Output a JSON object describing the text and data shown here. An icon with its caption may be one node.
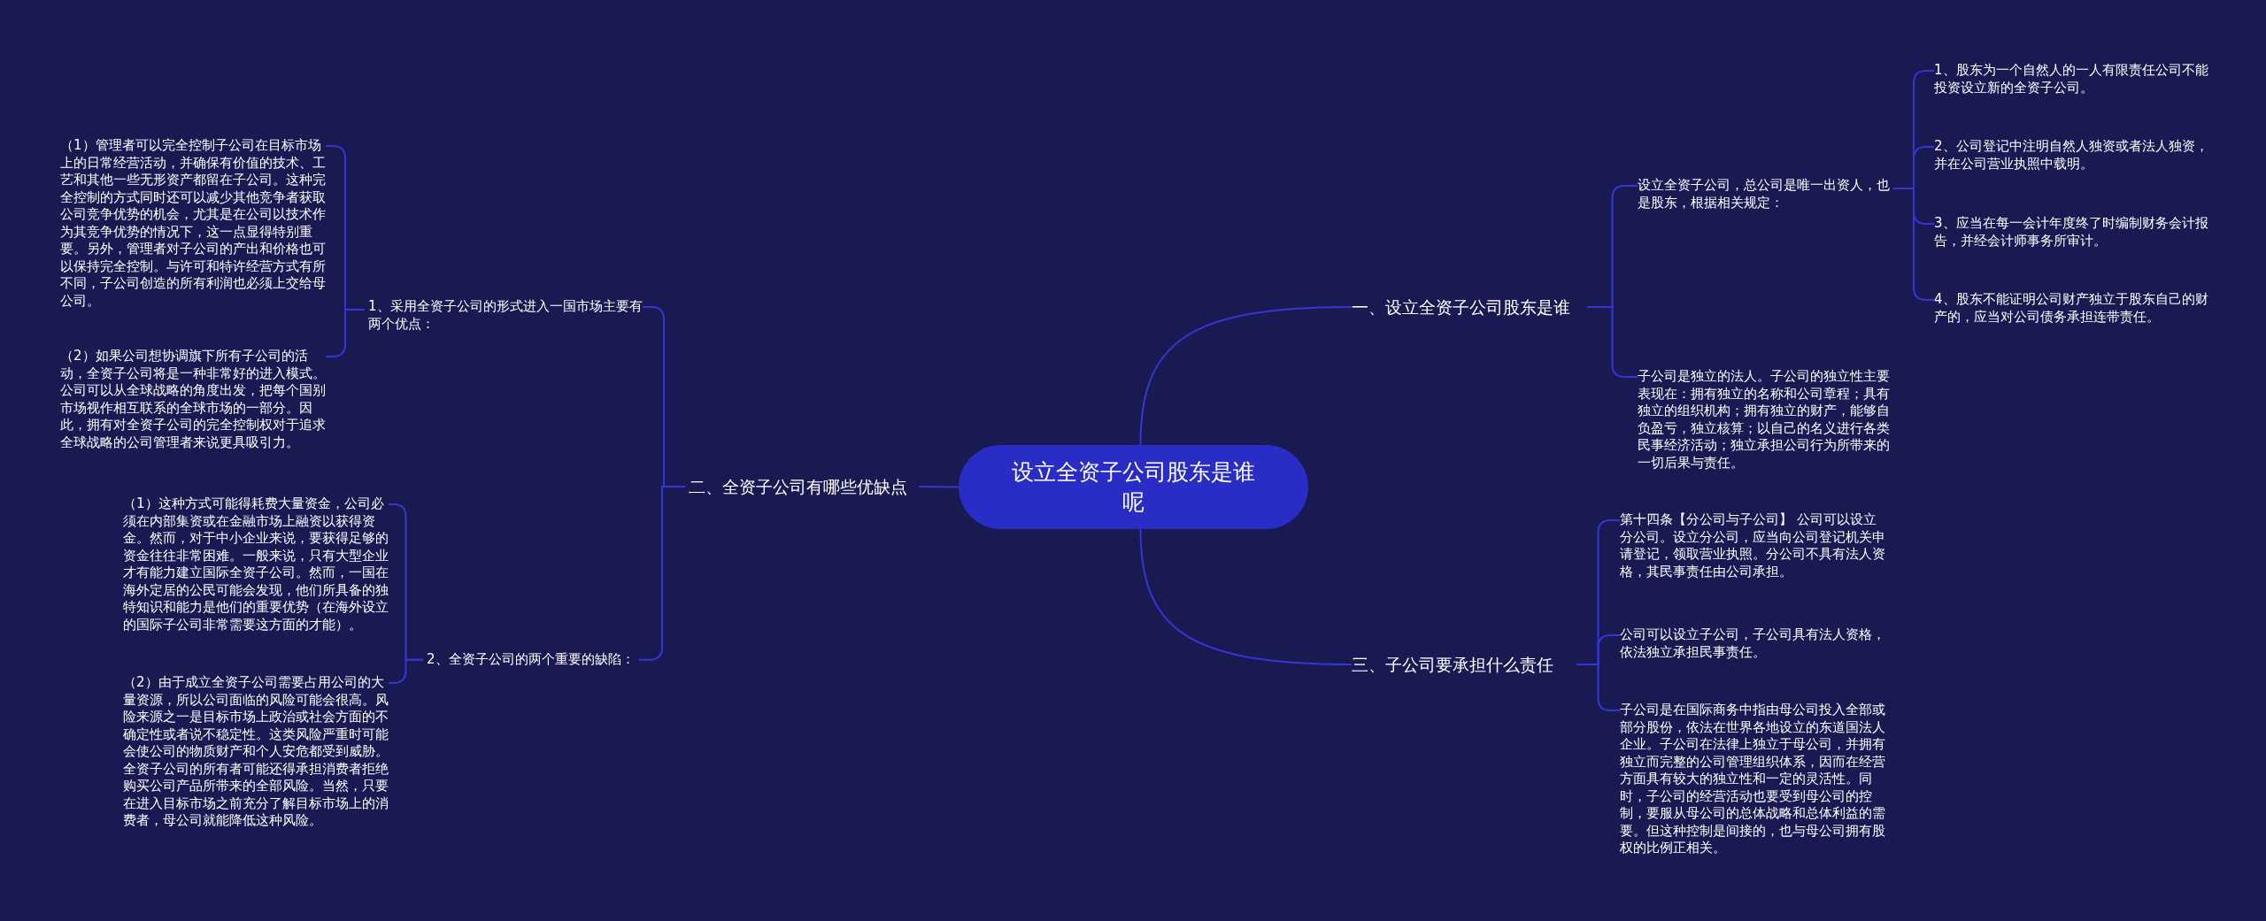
{
  "diagram": {
    "nodes": [
      {
        "text": [
          "设立全资子公司股东是谁呢"
        ]
      },
      {
        "text": [
          "一、设立全资子公司股东是谁"
        ]
      },
      {
        "text": [
          "设立全资子公司，总公司是唯一出资人，也是股东，根据相关规定："
        ]
      },
      {
        "text": [
          "1、股东为一个自然人的一人有限责任公司不能投资设立新的全资子公司。"
        ]
      },
      {
        "text": [
          "2、公司登记中注明自然人独资或者法人独资，并在公司营业执照中载明。"
        ]
      },
      {
        "text": [
          "3、应当在每一会计年度终了时编制财务会计报告，并经会计师事务所审计。"
        ]
      },
      {
        "text": [
          "4、股东不能证明公司财产独立于股东自己的财产的，应当对公司债务承担连带责任。"
        ]
      },
      {
        "text": [
          "子公司是独立的法人。子公司的独立性主要表现在：拥有独立的名称和公司章程；具有独立的组织机构；拥有独立的财产，能够自负盈亏，独立核算；以自己的名义进行各类民事经济活动；独立承担公司行为所带来的一切后果与责任。"
        ]
      },
      {
        "text": [
          "二、全资子公司有哪些优缺点"
        ]
      },
      {
        "text": [
          "1、采用全资子公司的形式进入一国市场主要有两个优点："
        ]
      },
      {
        "text": [
          "（1）管理者可以完全控制子公司在目标市场上的日常经营活动，并确保有价值的技术、工艺和其他一些无形资产都留在子公司。这种完全控制的方式同时还可以减少其他竞争者获取公司竞争优势的机会，尤其是在公司以技术作为其竞争优势的情况下，这一点显得特别重要。另外，管理者对子公司的产出和价格也可以保持完全控制。与许可和特许经营方式有所不同，子公司创造的所有利润也必须上交给母公司。"
        ]
      },
      {
        "text": [
          "（2）如果公司想协调旗下所有子公司的活动，全资子公司将是一种非常好的进入模式。公司可以从全球战略的角度出发，把每个国别市场视作相互联系的全球市场的一部分。因此，拥有对全资子公司的完全控制权对于追求全球战略的公司管理者来说更具吸引力。"
        ]
      },
      {
        "text": [
          "2、全资子公司的两个重要的缺陷："
        ]
      },
      {
        "text": [
          "（1）这种方式可能得耗费大量资金，公司必须在内部集资或在金融市场上融资以获得资金。然而，对于中小企业来说，要获得足够的资金往往非常困难。一般来说，只有大型企业才有能力建立国际全资子公司。然而，一国在海外定居的公民可能会发现，他们所具备的独特知识和能力是他们的重要优势（在海外设立的国际子公司非常需要这方面的才能）。"
        ]
      },
      {
        "text": [
          "（2）由于成立全资子公司需要占用公司的大量资源，所以公司面临的风险可能会很高。风险来源之一是目标市场上政治或社会方面的不确定性或者说不稳定性。这类风险严重时可能会使公司的物质财产和个人安危都受到威胁。全资子公司的所有者可能还得承担消费者拒绝购买公司产品所带来的全部风险。当然，只要在进入目标市场之前充分了解目标市场上的消费者，母公司就能降低这种风险。"
        ]
      },
      {
        "text": [
          "三、子公司要承担什么责任"
        ]
      },
      {
        "text": [
          "第十四条【分公司与子公司】 公司可以设立分公司。设立分公司，应当向公司登记机关申请登记，领取营业执照。分公司不具有法人资格，其民事责任由公司承担。"
        ]
      },
      {
        "text": [
          "公司可以设立子公司，子公司具有法人资格，依法独立承担民事责任。"
        ]
      },
      {
        "text": [
          "子公司是在国际商务中指由母公司投入全部或部分股份，依法在世界各地设立的东道国法人企业。子公司在法律上独立于母公司，并拥有独立而完整的公司管理组织体系，因而在经营方面具有较大的独立性和一定的灵活性。同时，子公司的经营活动也要受到母公司的控制，要服从母公司的总体战略和总体利益的需要。但这种控制是间接的，也与母公司拥有股权的比例正相关。"
        ]
      }
    ],
    "edges": [
      {
        "from": 0,
        "to": 1,
        "arrow": "none"
      },
      {
        "from": 1,
        "to": 2,
        "arrow": "none"
      },
      {
        "from": 2,
        "to": 3,
        "arrow": "none"
      },
      {
        "from": 2,
        "to": 4,
        "arrow": "none"
      },
      {
        "from": 2,
        "to": 5,
        "arrow": "none"
      },
      {
        "from": 2,
        "to": 6,
        "arrow": "none"
      },
      {
        "from": 1,
        "to": 7,
        "arrow": "none"
      },
      {
        "from": 0,
        "to": 8,
        "arrow": "none"
      },
      {
        "from": 8,
        "to": 9,
        "arrow": "none"
      },
      {
        "from": 9,
        "to": 10,
        "arrow": "none"
      },
      {
        "from": 9,
        "to": 11,
        "arrow": "none"
      },
      {
        "from": 8,
        "to": 12,
        "arrow": "none"
      },
      {
        "from": 12,
        "to": 13,
        "arrow": "none"
      },
      {
        "from": 12,
        "to": 14,
        "arrow": "none"
      },
      {
        "from": 0,
        "to": 15,
        "arrow": "none"
      },
      {
        "from": 15,
        "to": 16,
        "arrow": "none"
      },
      {
        "from": 15,
        "to": 17,
        "arrow": "none"
      },
      {
        "from": 15,
        "to": 18,
        "arrow": "none"
      }
    ]
  }
}
